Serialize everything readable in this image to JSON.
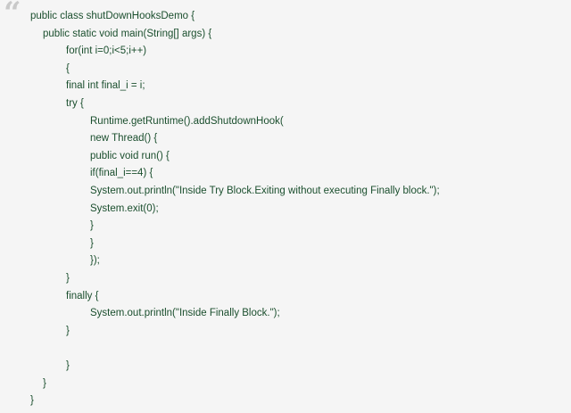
{
  "quote_mark": "“",
  "code": {
    "lines": [
      {
        "indent": 0,
        "text": "public class shutDownHooksDemo {"
      },
      {
        "indent": 1,
        "text": "public static void main(String[] args) {"
      },
      {
        "indent": 2,
        "text": "for(int i=0;i<5;i++)"
      },
      {
        "indent": 2,
        "text": "{"
      },
      {
        "indent": 3,
        "text": "final int final_i = i;"
      },
      {
        "indent": 3,
        "text": "try {"
      },
      {
        "indent": 4,
        "text": "Runtime.getRuntime().addShutdownHook("
      },
      {
        "indent": 5,
        "text": "new Thread() {"
      },
      {
        "indent": 5,
        "text": "public void run() {"
      },
      {
        "indent": 5,
        "text": "if(final_i==4) {"
      },
      {
        "indent": 5,
        "text": "System.out.println(\"Inside Try Block.Exiting without executing Finally block.\");"
      },
      {
        "indent": 5,
        "text": "System.exit(0);"
      },
      {
        "indent": 5,
        "text": "}"
      },
      {
        "indent": 5,
        "text": "}"
      },
      {
        "indent": 5,
        "text": "});"
      },
      {
        "indent": 3,
        "text": "}"
      },
      {
        "indent": 3,
        "text": "finally {"
      },
      {
        "indent": 4,
        "text": "System.out.println(\"Inside Finally Block.\");"
      },
      {
        "indent": 3,
        "text": "}"
      },
      {
        "indent": 3,
        "text": ""
      },
      {
        "indent": 2,
        "text": "}"
      },
      {
        "indent": 1,
        "text": "}"
      },
      {
        "indent": 0,
        "text": "}"
      }
    ]
  },
  "colors": {
    "background": "#f5f5f5",
    "code_text": "#1b4f2e",
    "quote_mark": "#c9c9c9"
  }
}
